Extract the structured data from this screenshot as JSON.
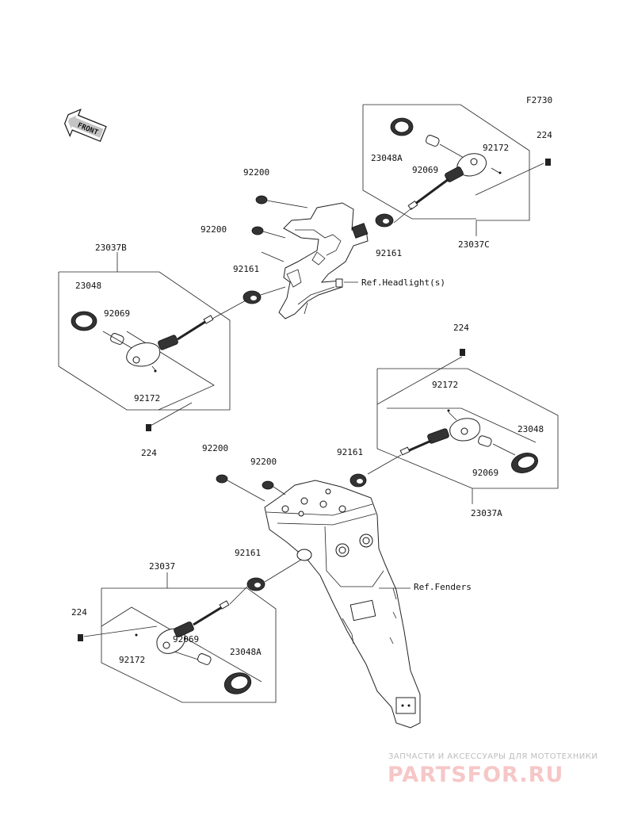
{
  "figure_code": "F2730",
  "front_label": "FRONT",
  "references": {
    "headlight": "Ref.Headlight(s)",
    "fenders": "Ref.Fenders"
  },
  "parts": {
    "front_bracket_bolt_top": "92200",
    "front_bracket_bolt_mid": "92200",
    "grommet_front_left": "92161",
    "grommet_front_right": "92161",
    "assy_front_left": "23037B",
    "assy_front_right": "23037C",
    "lens_front_left": "23048",
    "lens_front_right": "23048A",
    "bulb_front_left": "92069",
    "bulb_front_right": "92069",
    "screw_front_left": "92172",
    "screw_front_right": "92172",
    "bolt_front_left": "224",
    "bolt_front_right": "224",
    "rear_bolt_224_top": "224",
    "rear_screw_right": "92172",
    "rear_lens_right": "23048",
    "rear_grommet_right": "92161",
    "rear_bulb_right": "92069",
    "rear_assy_right": "23037A",
    "rear_bolt_92200_left": "92200",
    "rear_bolt_92200_right": "92200",
    "rear_grommet_left": "92161",
    "rear_assy_left": "23037",
    "rear_bolt_224_left": "224",
    "rear_bulb_left": "92069",
    "rear_lens_left": "23048A",
    "rear_screw_left": "92172"
  },
  "watermark": {
    "tagline": "ЗАПЧАСТИ И АКСЕССУАРЫ ДЛЯ МОТОТЕХНИКИ",
    "logo": "PARTSFOR.RU"
  }
}
